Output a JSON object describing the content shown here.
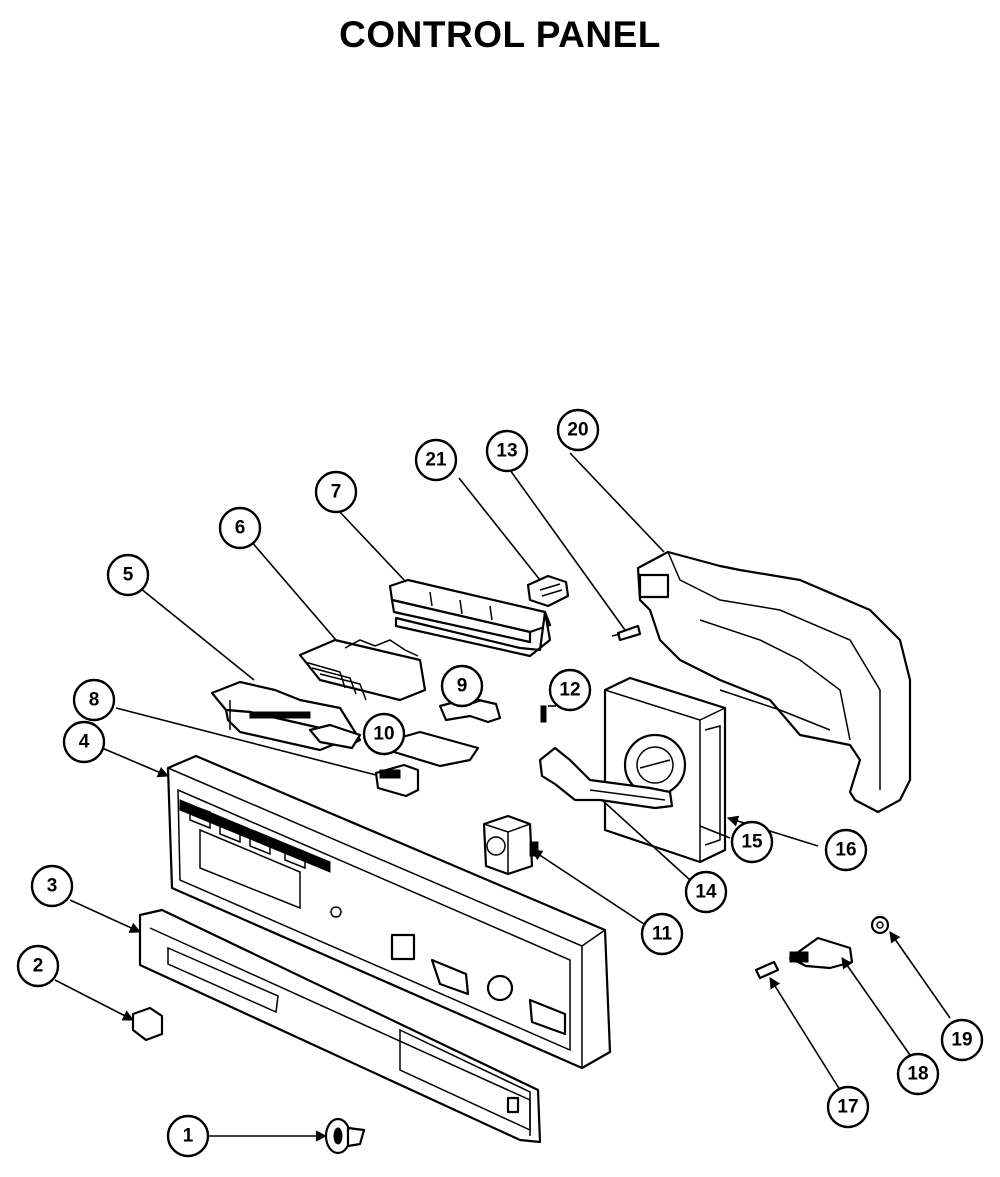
{
  "title": "CONTROL PANEL",
  "callouts": [
    {
      "id": "1",
      "label": "1"
    },
    {
      "id": "2",
      "label": "2"
    },
    {
      "id": "3",
      "label": "3"
    },
    {
      "id": "4",
      "label": "4"
    },
    {
      "id": "5",
      "label": "5"
    },
    {
      "id": "6",
      "label": "6"
    },
    {
      "id": "7",
      "label": "7"
    },
    {
      "id": "8",
      "label": "8"
    },
    {
      "id": "9",
      "label": "9"
    },
    {
      "id": "10",
      "label": "10"
    },
    {
      "id": "11",
      "label": "11"
    },
    {
      "id": "12",
      "label": "12"
    },
    {
      "id": "13",
      "label": "13"
    },
    {
      "id": "14",
      "label": "14"
    },
    {
      "id": "15",
      "label": "15"
    },
    {
      "id": "16",
      "label": "16"
    },
    {
      "id": "17",
      "label": "17"
    },
    {
      "id": "18",
      "label": "18"
    },
    {
      "id": "19",
      "label": "19"
    },
    {
      "id": "20",
      "label": "20"
    },
    {
      "id": "21",
      "label": "21"
    }
  ]
}
